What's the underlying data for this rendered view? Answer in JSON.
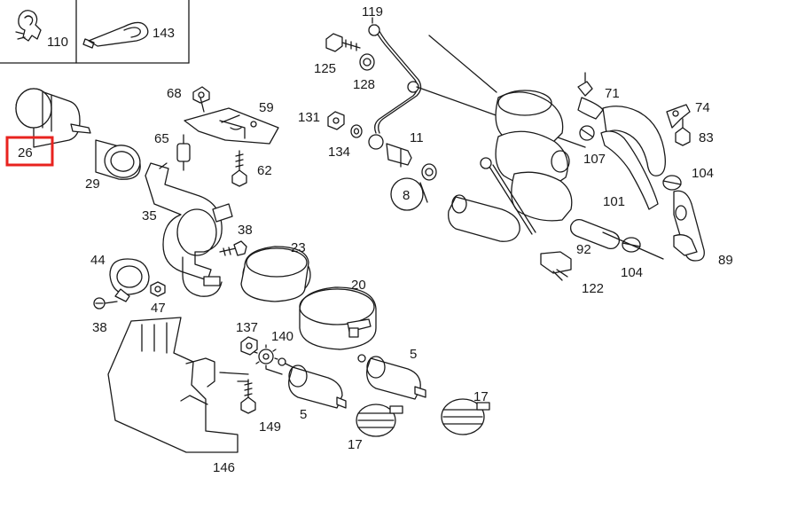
{
  "colors": {
    "highlight": "#e8231f",
    "ink": "#1a1a1a",
    "background": "#ffffff"
  },
  "highlighted_part": "26",
  "inset_labels": {
    "clip": "110",
    "strap": "143"
  },
  "labels": {
    "l119": "119",
    "l125": "125",
    "l128": "128",
    "l68": "68",
    "l59": "59",
    "l131": "131",
    "l134": "134",
    "l11": "11",
    "l71": "71",
    "l74": "74",
    "l83": "83",
    "l107": "107",
    "l104a": "104",
    "l101": "101",
    "l65": "65",
    "l62": "62",
    "l29": "29",
    "l26": "26",
    "l8": "8",
    "l35": "35",
    "l38a": "38",
    "l23": "23",
    "l92": "92",
    "l104b": "104",
    "l89": "89",
    "l44": "44",
    "l47": "47",
    "l38b": "38",
    "l20": "20",
    "l122": "122",
    "l137": "137",
    "l140": "140",
    "l5a": "5",
    "l5b": "5",
    "l17a": "17",
    "l17b": "17",
    "l149": "149",
    "l146": "146"
  }
}
